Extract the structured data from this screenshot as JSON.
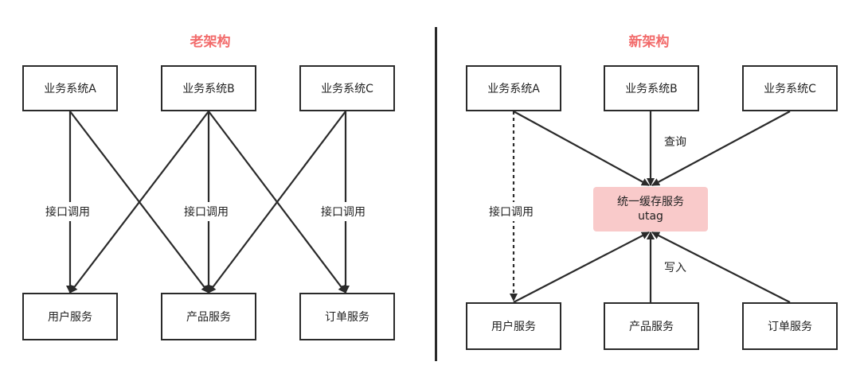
{
  "old": {
    "title": "老架构",
    "systems": [
      "业务系统A",
      "业务系统B",
      "业务系统C"
    ],
    "services": [
      "用户服务",
      "产品服务",
      "订单服务"
    ],
    "edge_label": "接口调用"
  },
  "new": {
    "title": "新架构",
    "systems": [
      "业务系统A",
      "业务系统B",
      "业务系统C"
    ],
    "services": [
      "用户服务",
      "产品服务",
      "订单服务"
    ],
    "cache_line1": "统一缓存服务",
    "cache_line2": "utag",
    "query_label": "查询",
    "write_label": "写入",
    "call_label": "接口调用"
  },
  "colors": {
    "title": "#f26b6b",
    "cache_fill": "#f9caca",
    "stroke": "#2a2a2a"
  }
}
